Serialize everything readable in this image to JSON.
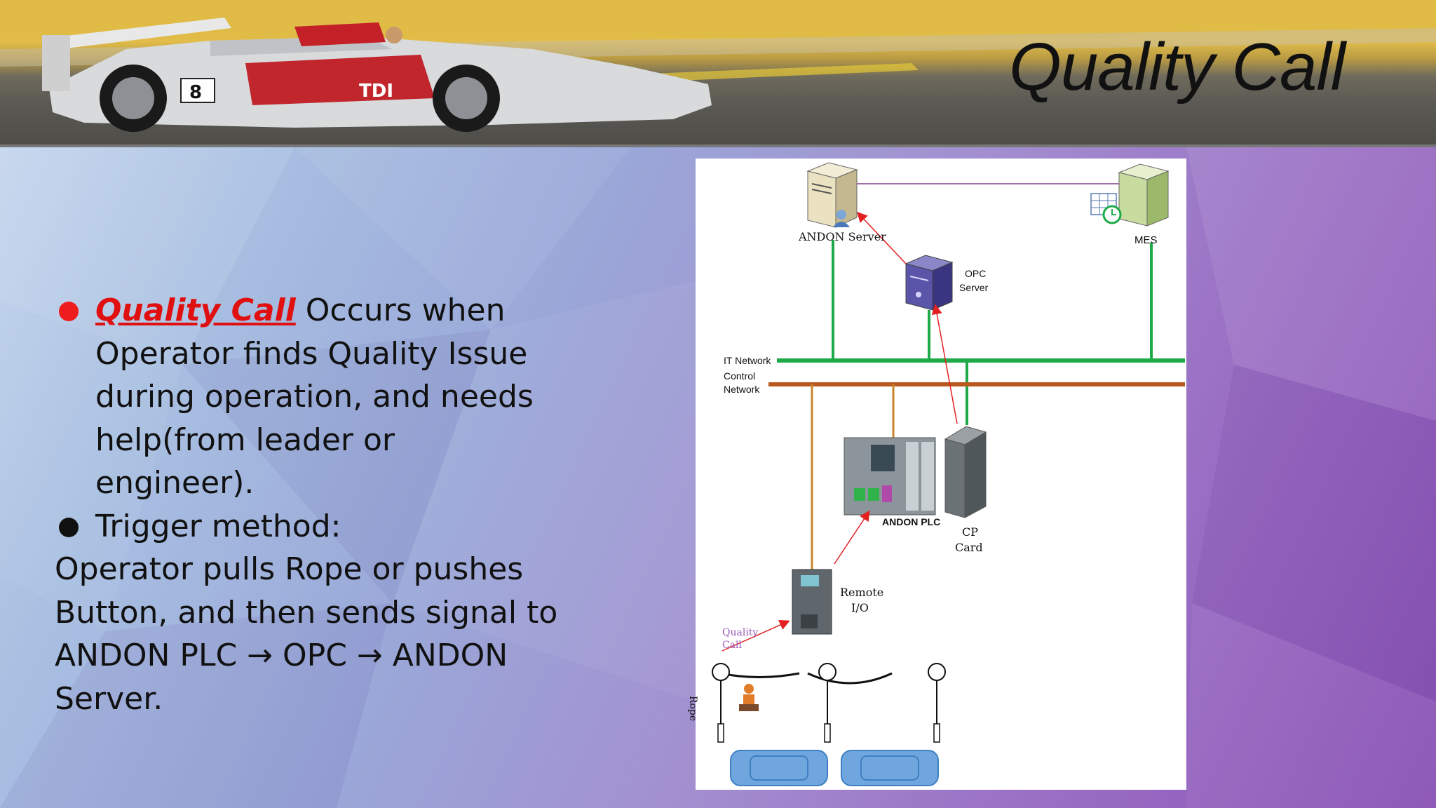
{
  "slide": {
    "title": "Quality Call"
  },
  "bullets": {
    "b1_keyword": "Quality Call",
    "b1_text_1": " Occurs when",
    "b1_text_2": "Operator finds Quality Issue",
    "b1_text_3": "during operation, and needs",
    "b1_text_4": "help(from leader or engineer).",
    "b2_text": "Trigger method:",
    "p_1": "Operator pulls Rope or pushes",
    "p_2": "Button, and then sends signal to",
    "p_3": "ANDON PLC → OPC → ANDON",
    "p_4": "Server."
  },
  "diagram": {
    "andon_server": "ANDON Server",
    "mes": "MES",
    "opc_server_1": "OPC",
    "opc_server_2": "Server",
    "it_network": "IT Network",
    "control_network_1": "Control",
    "control_network_2": "Network",
    "andon_plc": "ANDON PLC",
    "cp_card_1": "CP",
    "cp_card_2": "Card",
    "remote_io_1": "Remote",
    "remote_io_2": "I/O",
    "quality_call_1": "Quality",
    "quality_call_2": "Call",
    "rope": "Rope",
    "colors": {
      "it_network": "#1faa4a",
      "control_network": "#b85a1e",
      "signal_arrow": "#e32020"
    }
  }
}
